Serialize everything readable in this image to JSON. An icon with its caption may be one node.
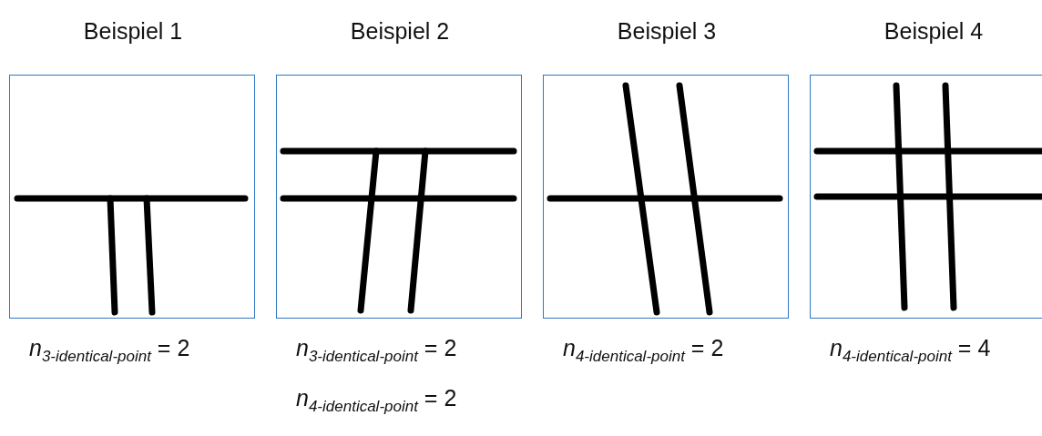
{
  "diagram": {
    "nodes": [
      {
        "text": [
          "Beispiel 1"
        ],
        "beside": [
          "*n*$_{3-identical-point}$ = 2"
        ]
      },
      {
        "text": [
          "Beispiel 2"
        ],
        "beside": [
          "*n*$_{3-identical-point}$ = 2",
          "*n*$_{4-identical-point}$ = 2"
        ]
      },
      {
        "text": [
          "Beispiel 3"
        ],
        "beside": [
          "*n*$_{4-identical-point}$ = 2"
        ]
      },
      {
        "text": [
          "Beispiel 4"
        ],
        "beside": [
          "*n*$_{4-identical-point}$ = 4"
        ]
      }
    ]
  }
}
